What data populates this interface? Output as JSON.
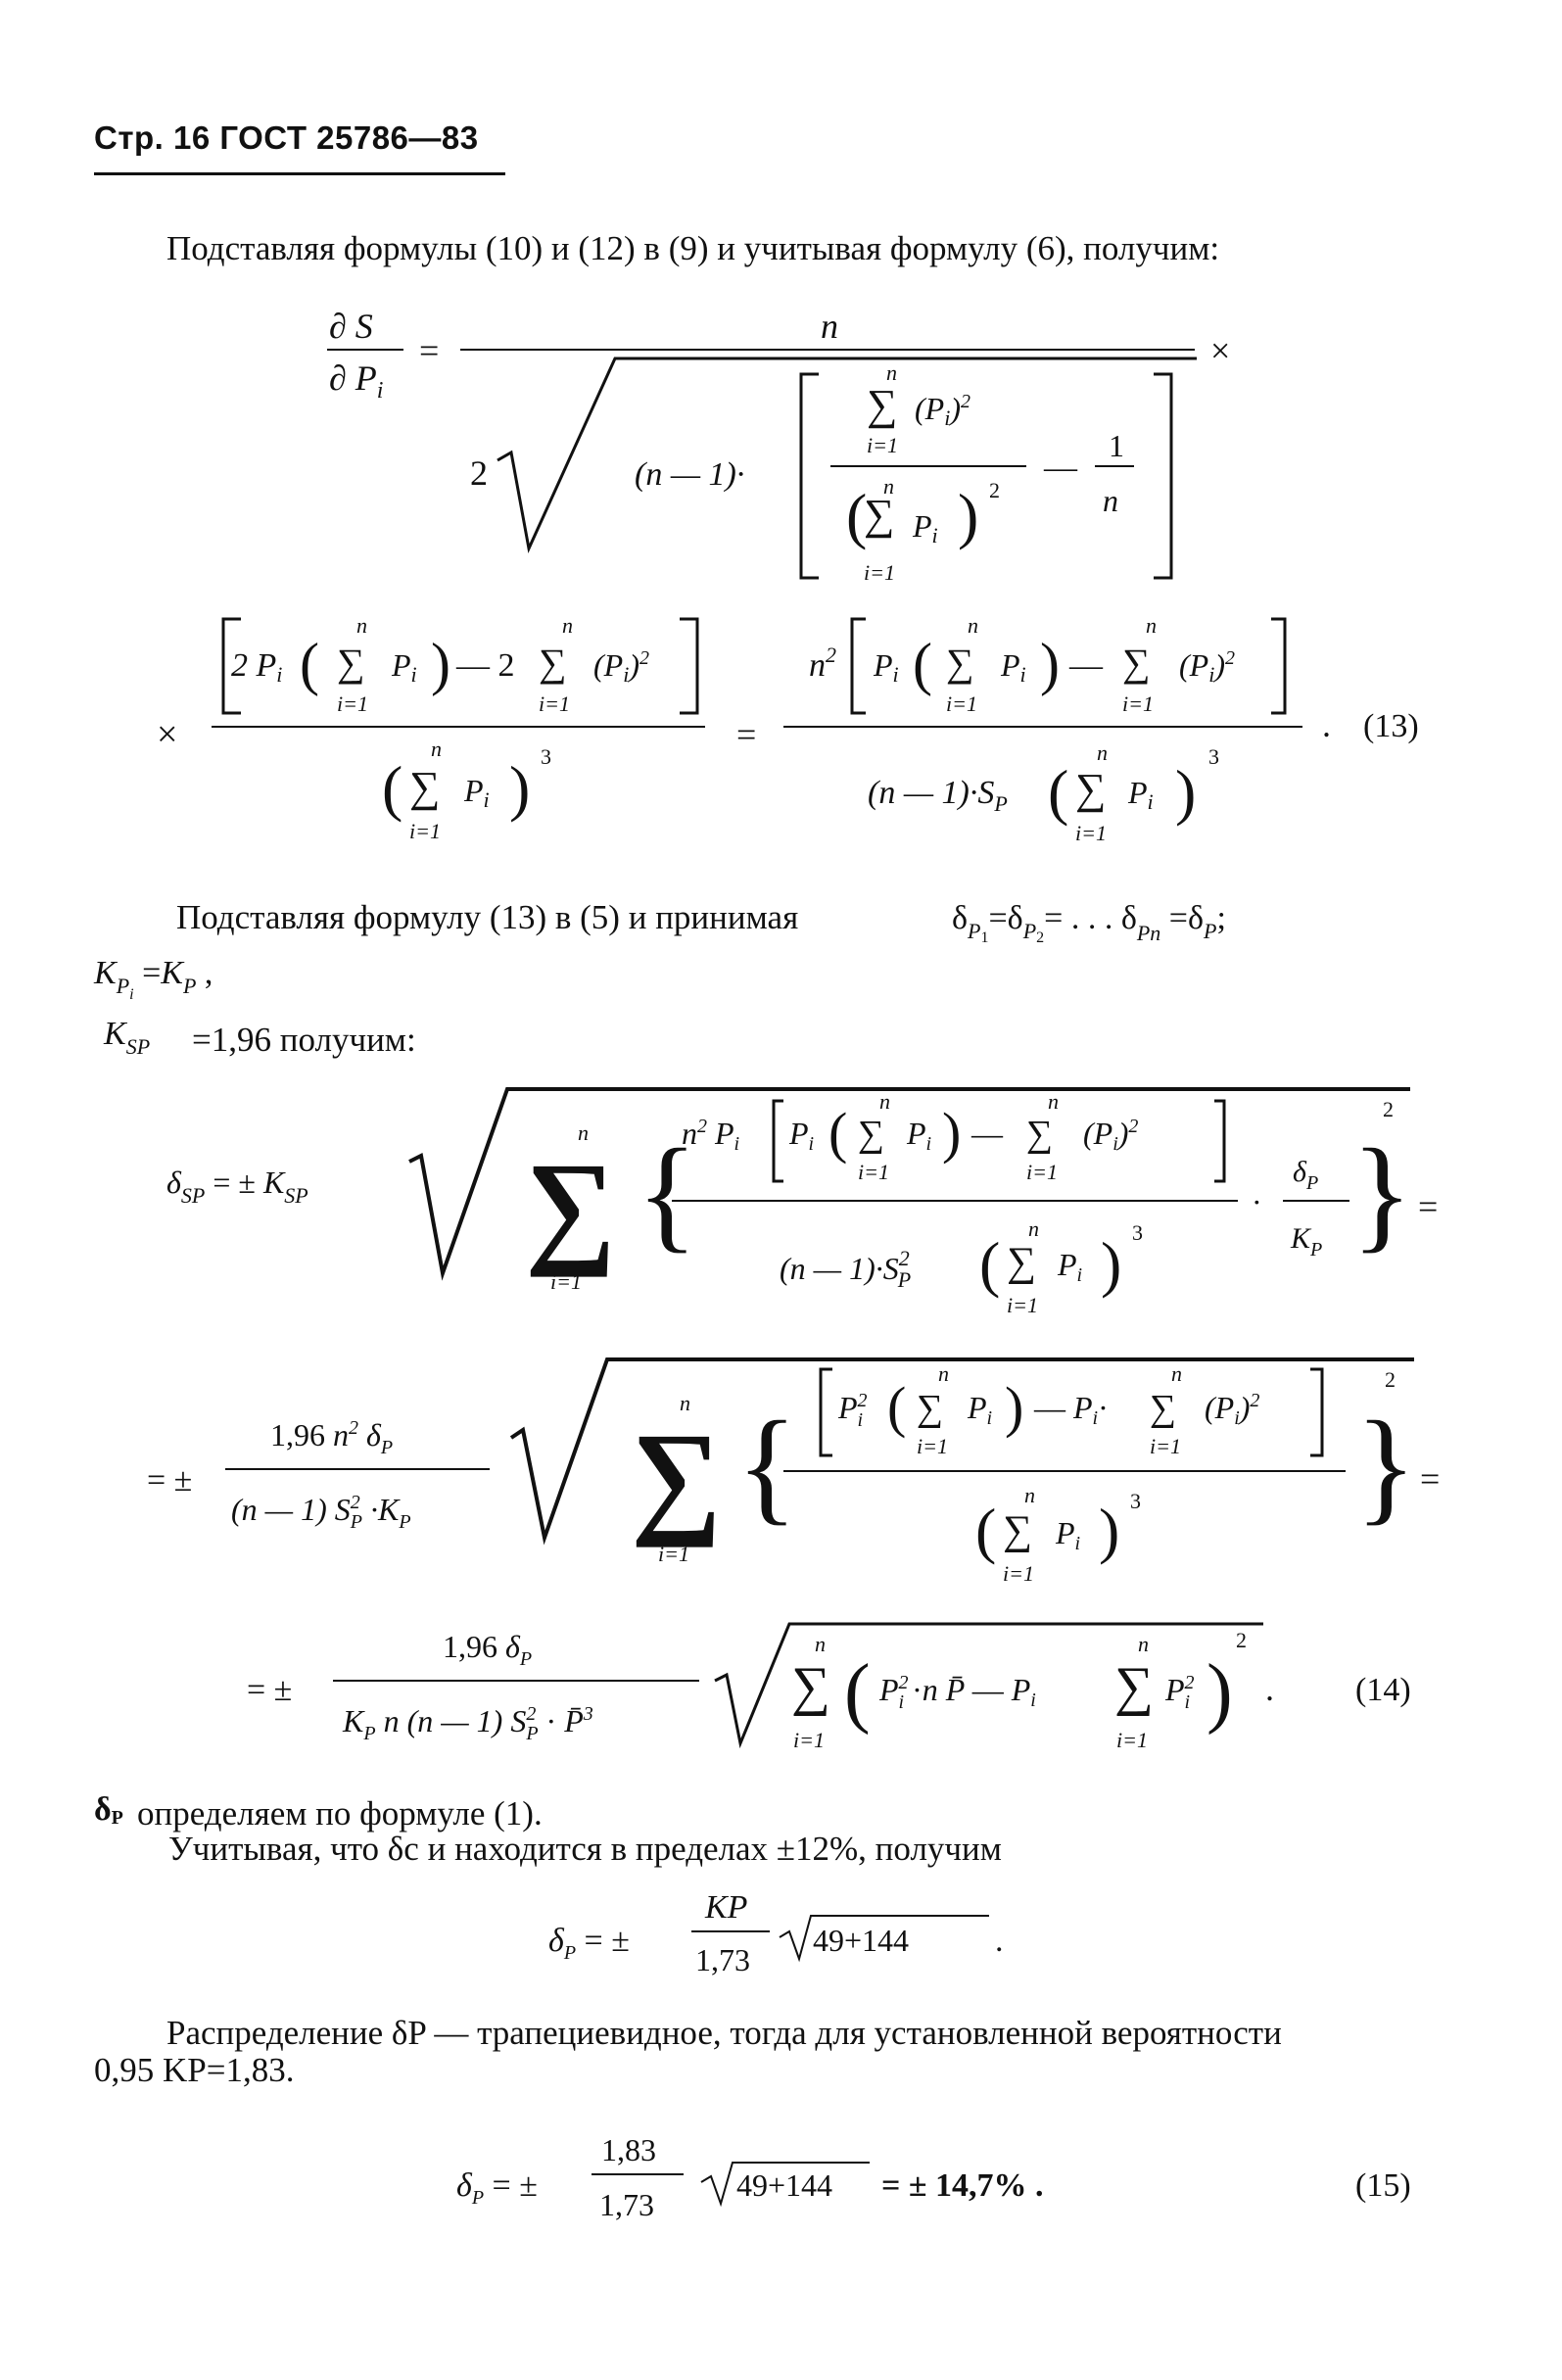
{
  "header": {
    "page_ref": "Стр. 16 ГОСТ 25786—83"
  },
  "paragraphs": {
    "p1": "Подставляя формулы (10) и (12) в (9) и учитывая формулу (6), получим:",
    "p2": "Подставляя формулу (13) в (5) и принимая",
    "p2_kp": "=",
    "p2_ks": "=1,96 получим:",
    "p3": "определяем по формуле (1).",
    "p4": "Учитывая, что δc и находится в пределах ±12%, получим",
    "p5": "Распределение δP — трапециевидное, тогда для установленной вероятности",
    "p5b": "0,95 KP=1,83."
  },
  "equations": {
    "eq13": {
      "number": "(13)"
    },
    "eq14": {
      "number": "(14)",
      "coef_1_96": "1,96",
      "coef_1_96b": "1,96"
    },
    "eq_dp": {
      "k": "KP",
      "den": "1,73",
      "radicand": "49+144"
    },
    "eq15": {
      "number": "(15)",
      "num": "1,83",
      "den": "1,73",
      "radicand": "49+144",
      "result": "= ± 14,7% ."
    }
  }
}
